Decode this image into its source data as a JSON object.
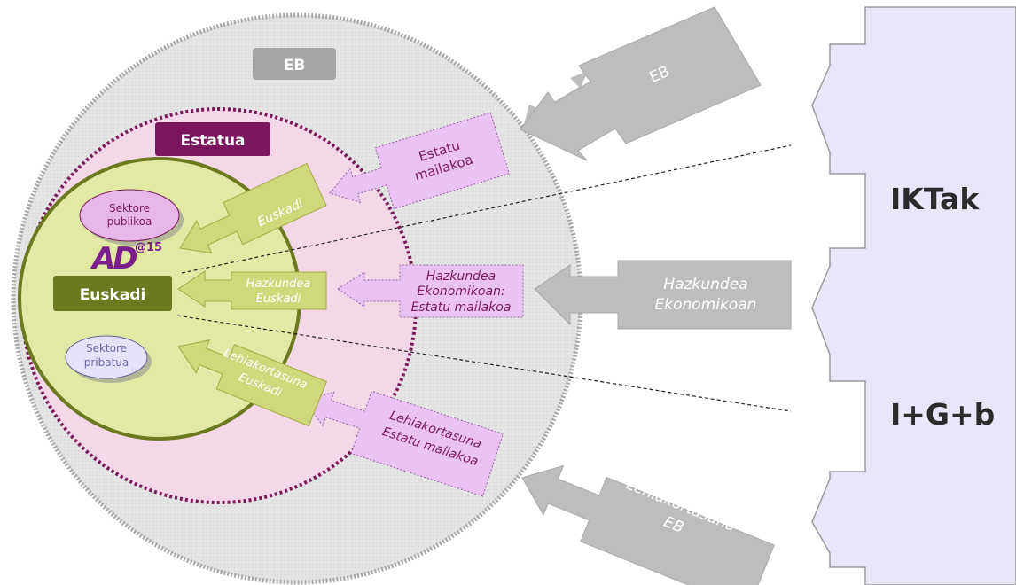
{
  "circles": {
    "eb": {
      "label": "EB"
    },
    "estatua": {
      "label": "Estatua"
    },
    "euskadi": {
      "label": "Euskadi"
    }
  },
  "ovals": {
    "publikoa": [
      "Sektore",
      "publikoa"
    ],
    "pribatua": [
      "Sektore",
      "pribatua"
    ]
  },
  "logo": {
    "text": "AD",
    "superscript": "@15"
  },
  "arrows": {
    "eb_eb": [
      "EB"
    ],
    "eb_hazkundea": [
      "Hazkundea",
      "Ekonomikoan"
    ],
    "eb_lehiakortasuna": [
      "Lehiakortasuna",
      "EB"
    ],
    "estatu_mailakoa": [
      "Estatu",
      "mailakoa"
    ],
    "estatu_hazkundea": [
      "Hazkundea",
      "Ekonomikoan:",
      "Estatu mailakoa"
    ],
    "estatu_lehiakortasuna": [
      "Lehiakortasuna",
      "Estatu mailakoa"
    ],
    "euskadi_euskadi": [
      "Euskadi"
    ],
    "euskadi_hazkundea": [
      "Hazkundea",
      "Euskadi"
    ],
    "euskadi_lehiakortasuna": [
      "Lehiakortasuna",
      "Euskadi"
    ]
  },
  "right_panel": {
    "items": [
      "IKTak",
      "I+G+b"
    ]
  },
  "colors": {
    "eb_fill": "#e6e6e6",
    "eb_border": "#a3a3a3",
    "estatu_fill": "#f4d8e8",
    "estatu_border": "#7a1a5a",
    "euskadi_fill": "#e2e9a4",
    "euskadi_border": "#6b7a1e",
    "gray_arrow": "#bdbdbd",
    "pink_arrow": "#eac2f4",
    "green_arrow": "#cfd87a",
    "panel_fill": "#e8e7fa",
    "panel_border": "#9a9a9a",
    "estatua_label_bg": "#7b1560",
    "euskadi_label_bg": "#6b7a1e",
    "eb_label_bg": "#a6a6a6"
  }
}
